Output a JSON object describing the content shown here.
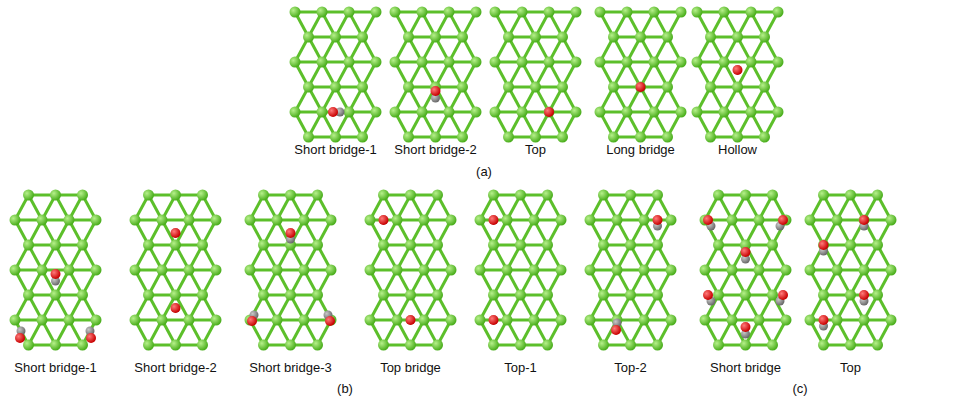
{
  "diagram": {
    "labels": [
      "Short bridge-1",
      "Short bridge-2",
      "Top",
      "Long bridge",
      "Hollow",
      "(a)",
      "Short bridge-1",
      "Short bridge-2",
      "Short bridge-3",
      "Top bridge",
      "Top-1",
      "Top-2",
      "Short bridge",
      "Top",
      "(b)",
      "(c)"
    ]
  }
}
